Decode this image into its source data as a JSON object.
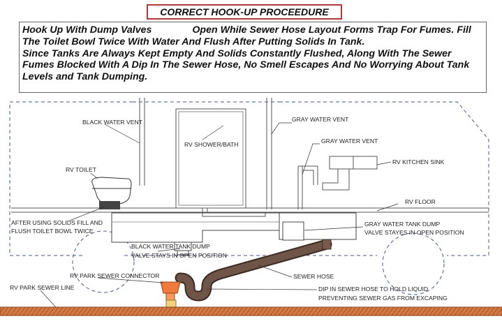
{
  "title": "CORRECT HOOK-UP PROCEEDURE",
  "intro": {
    "line1a": "Hook Up With Dump Valves",
    "line1b": "Open While Sewer Hose Layout Forms Trap For Fumes.  Fill The Toilet Bowl Twice With Water And Flush After Putting Solids In Tank.",
    "line2": "Since Tanks Are Always Kept Empty And Solids Constantly Flushed, Along With The Sewer Fumes  Blocked With A Dip In The Sewer Hose, No Smell Escapes And No Worrying About Tank Levels and Tank Dumping."
  },
  "labels": {
    "black_water_vent": "BLACK WATER VENT",
    "rv_shower_bath": "RV SHOWER/BATH",
    "gray_water_vent_1": "GRAY WATER VENT",
    "gray_water_vent_2": "GRAY WATER VENT",
    "rv_kitchen_sink": "RV KITCHEN SINK",
    "rv_toilet": "RV TOILET",
    "rv_floor": "RV FLOOR",
    "after_solids_1": "AFTER USING SOLIDS FILL AND",
    "after_solids_2": "FLUSH TOILET BOWL TWICE",
    "gray_dump_1": "GRAY WATER TANK DUMP",
    "gray_dump_2": "VALVE STAYES IN OPEN POSITION",
    "black_dump_1": "BLACK WATER TANK DUMP",
    "black_dump_2": "VALVE STAYS IN OPEN POSITION",
    "sewer_connector": "RV PARK SEWER CONNECTOR",
    "sewer_hose": "SEWER HOSE",
    "sewer_line": "RV PARK SEWER LINE",
    "dip_1": "DIP IN SEWER HOSE TO HOLD LIQUID",
    "dip_2": "PREVENTING SEWER GAS FROM EXCAPING"
  },
  "colors": {
    "title_border": "#b03a3a",
    "hose": "#6e5548",
    "ground": "#c8703a",
    "connector": "#ee7a3c"
  }
}
